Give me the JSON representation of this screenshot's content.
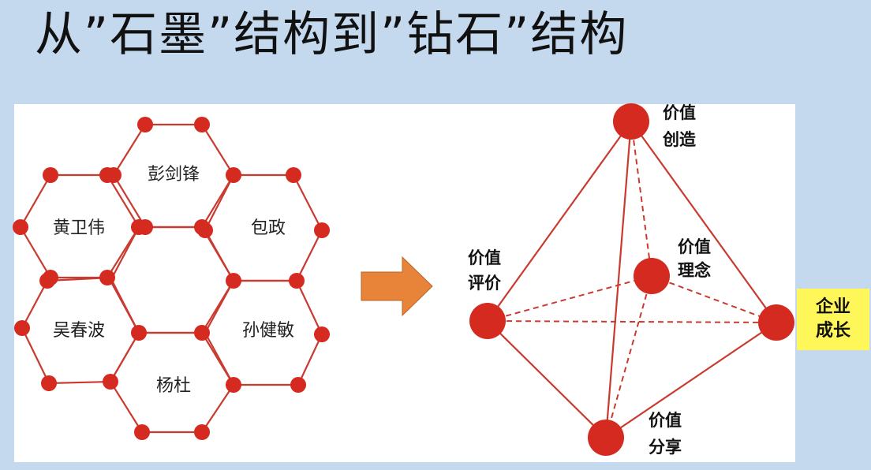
{
  "title": "从”石墨”结构到”钻石”结构",
  "graphite": {
    "hexagons": [
      {
        "label": "彭剑锋"
      },
      {
        "label": "黄卫伟"
      },
      {
        "label": "包政"
      },
      {
        "label": ""
      },
      {
        "label": "吴春波"
      },
      {
        "label": "孙健敏"
      },
      {
        "label": "杨杜"
      }
    ]
  },
  "arrow": {
    "color": "#e8843a",
    "icon": "right-arrow-icon"
  },
  "diamond": {
    "nodes": [
      {
        "line1": "价值",
        "line2": "创造"
      },
      {
        "line1": "价值",
        "line2": "评价"
      },
      {
        "line1": "价值",
        "line2": "理念"
      },
      {
        "line1": "价值",
        "line2": "分享"
      },
      {
        "line1": "",
        "line2": ""
      }
    ],
    "right_box": {
      "line1": "企业",
      "line2": "成长",
      "color": "#fff65a"
    }
  },
  "colors": {
    "node": "#d42a20",
    "edge": "#c93a30",
    "background": "#c5d9ee"
  }
}
